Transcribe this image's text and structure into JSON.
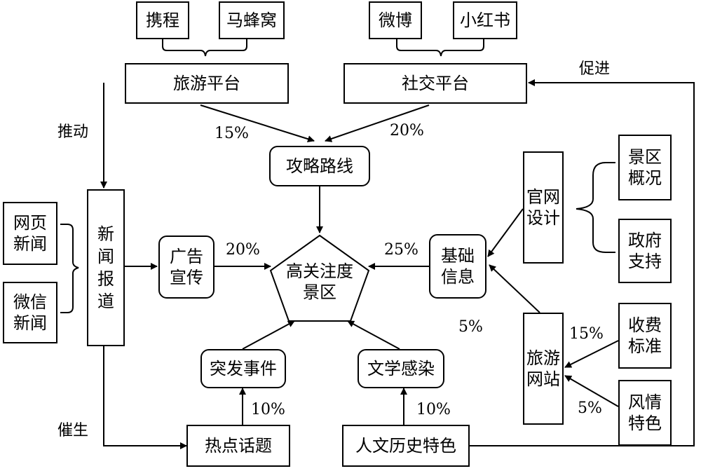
{
  "boxes": {
    "xiecheng": "携程",
    "mafengwo": "马蜂窝",
    "weibo": "微博",
    "xiaohongshu": "小红书",
    "travel_platform": "旅游平台",
    "social_platform": "社交平台",
    "strategy_route": "攻略路线",
    "web_news": [
      "网页",
      "新闻"
    ],
    "wechat_news": [
      "微信",
      "新闻"
    ],
    "news_report": [
      "新",
      "闻",
      "报",
      "道"
    ],
    "advertising": [
      "广告",
      "宣传"
    ],
    "center": [
      "高关注度",
      "景区"
    ],
    "basic_info": [
      "基础",
      "信息"
    ],
    "official_site": [
      "官网",
      "设计"
    ],
    "scenic_overview": [
      "景区",
      "概况"
    ],
    "gov_support": [
      "政府",
      "支持"
    ],
    "travel_website": [
      "旅游",
      "网站"
    ],
    "fee_standard": [
      "收费",
      "标准"
    ],
    "local_features": [
      "风情",
      "特色"
    ],
    "emergency": "突发事件",
    "literary": "文学感染",
    "hot_topic": "热点话题",
    "cultural_history": "人文历史特色"
  },
  "labels": {
    "push": "推动",
    "promote": "促进",
    "spawn": "催生",
    "p_travel": "15%",
    "p_social": "20%",
    "p_ad": "20%",
    "p_basic": "25%",
    "p_website": "5%",
    "p_fee": "15%",
    "p_features": "5%",
    "p_hot": "10%",
    "p_culture": "10%"
  }
}
